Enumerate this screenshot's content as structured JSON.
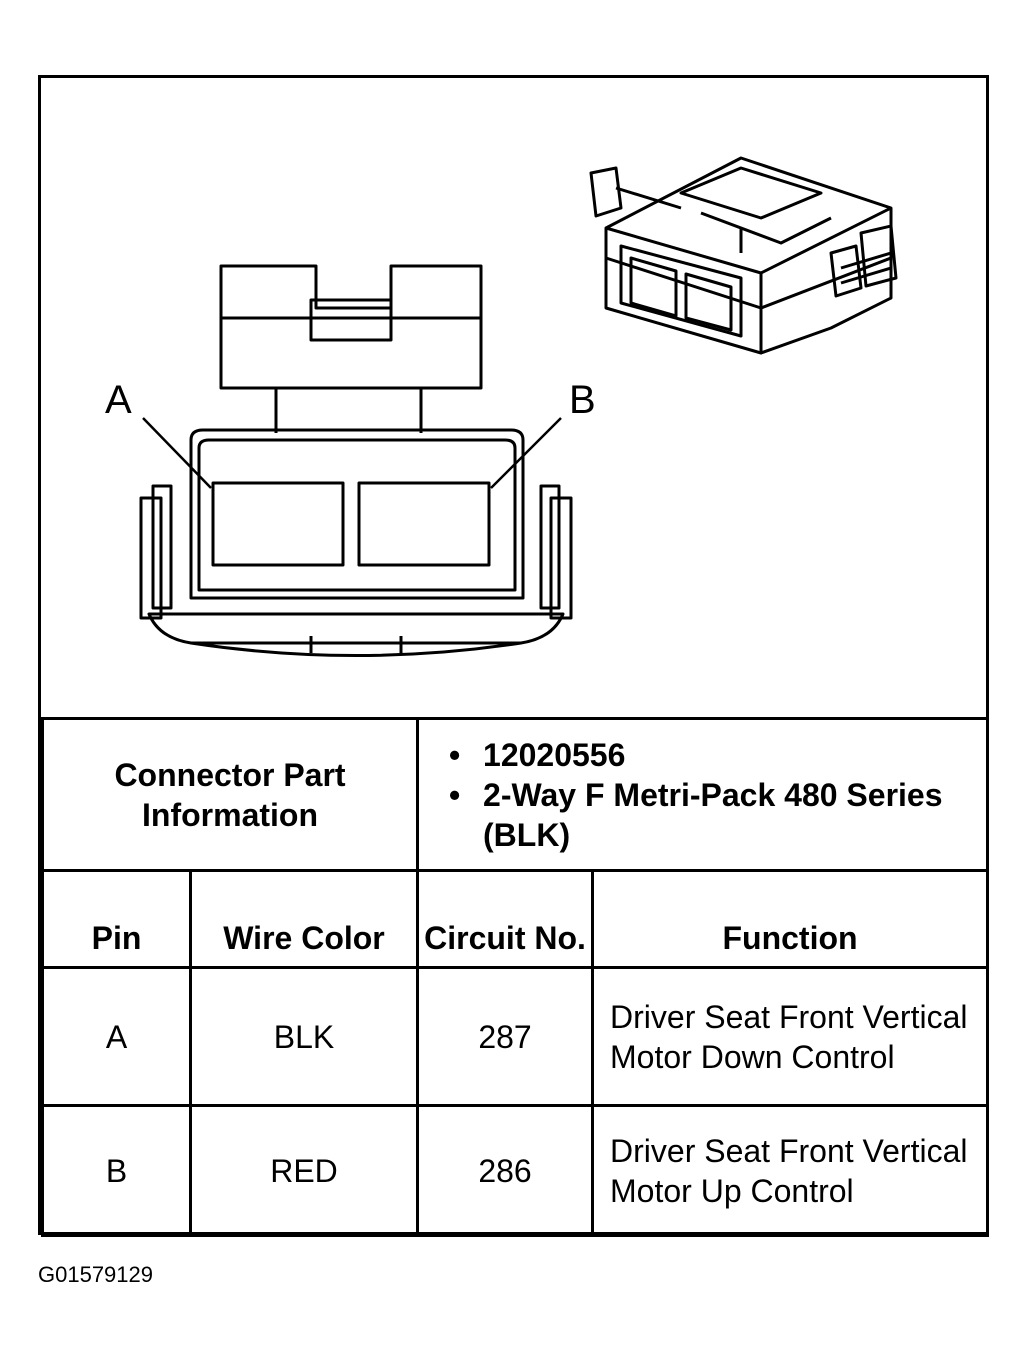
{
  "diagram": {
    "pin_labels": [
      "A",
      "B"
    ]
  },
  "table": {
    "part_header": "Connector Part Information",
    "part_items": [
      "12020556",
      "2-Way F Metri-Pack 480 Series (BLK)"
    ],
    "columns": [
      "Pin",
      "Wire Color",
      "Circuit No.",
      "Function"
    ],
    "rows": [
      {
        "pin": "A",
        "wire_color": "BLK",
        "circuit": "287",
        "function": "Driver Seat Front Vertical Motor Down Control"
      },
      {
        "pin": "B",
        "wire_color": "RED",
        "circuit": "286",
        "function": "Driver Seat Front Vertical Motor Up Control"
      }
    ]
  },
  "figure_id": "G01579129"
}
